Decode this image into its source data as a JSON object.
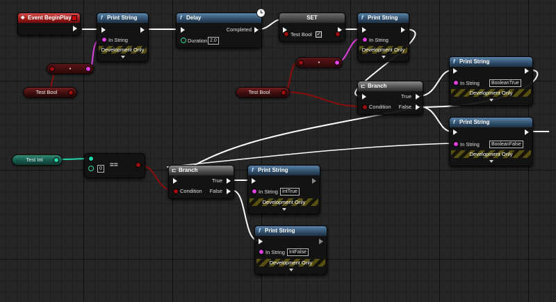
{
  "nodes": {
    "event_begin_play": {
      "title": "Event BeginPlay"
    },
    "print_string_1": {
      "title": "Print String",
      "in_string_label": "In String",
      "dev_label": "Development Only"
    },
    "delay": {
      "title": "Delay",
      "completed_label": "Completed",
      "duration_label": "Duration",
      "duration_value": "2.0"
    },
    "set": {
      "title": "SET",
      "var_label": "Test Bool"
    },
    "print_string_2": {
      "title": "Print String",
      "in_string_label": "In String",
      "dev_label": "Development Only"
    },
    "branch_1": {
      "title": "Branch",
      "true_label": "True",
      "false_label": "False",
      "condition_label": "Condition"
    },
    "print_string_true": {
      "title": "Print String",
      "in_string_label": "In String",
      "value": "BooleanTrue",
      "dev_label": "Development Only"
    },
    "print_string_false": {
      "title": "Print String",
      "in_string_label": "In String",
      "value": "BooleanFalse",
      "dev_label": "Development Only"
    },
    "conv_1": {
      "label": "•"
    },
    "conv_2": {
      "label": "•"
    },
    "test_bool_get_1": {
      "label": "Test Bool"
    },
    "test_bool_get_2": {
      "label": "Test Bool"
    },
    "test_int_get": {
      "label": "Test Int"
    },
    "equals": {
      "label": "==",
      "value": "0"
    },
    "branch_2": {
      "title": "Branch",
      "true_label": "True",
      "false_label": "False",
      "condition_label": "Condition"
    },
    "print_int_true": {
      "title": "Print String",
      "in_string_label": "In String",
      "value": "IntTrue",
      "dev_label": "Development Only"
    },
    "print_int_false": {
      "title": "Print String",
      "in_string_label": "In String",
      "value": "IntFalse",
      "dev_label": "Development Only"
    }
  },
  "colors": {
    "exec_wire": "#ffffff",
    "string_wire": "#e040e0",
    "bool_wire": "#8e0c0c",
    "int_wire": "#1fd9a8",
    "function_header": "#2a4660",
    "event_header": "#8e1414"
  },
  "icons": {
    "function": "function-icon",
    "event": "event-diamond-icon",
    "branch": "branch-icon",
    "latent": "clock-icon"
  },
  "glyphs": {
    "function": "f",
    "branch": "⊏",
    "event": "◆",
    "check": "✓"
  }
}
